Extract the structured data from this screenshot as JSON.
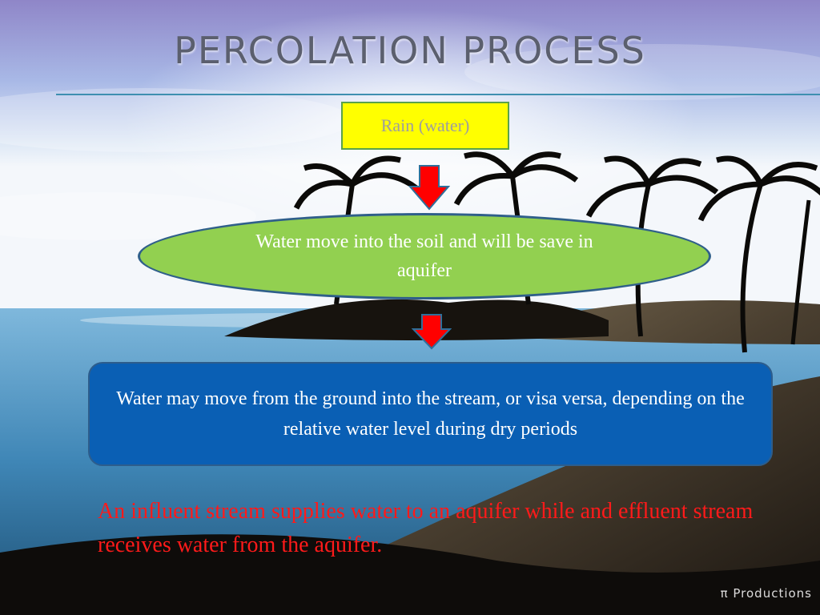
{
  "title": "PERCOLATION PROCESS",
  "steps": {
    "rain": "Rain (water)",
    "soil": "Water move into the soil and will be save in aquifer",
    "stream": "Water may move from the ground into the stream, or visa versa, depending on the relative water level during dry periods"
  },
  "note": "An influent stream supplies water to an aquifer while and effluent stream receives water from the aquifer.",
  "watermark": "π Productions",
  "colors": {
    "rain_box": "#ffff00",
    "oval": "#92d050",
    "blue_box": "#0a5fb4",
    "arrow": "#ff0000",
    "note_text": "#ff1a1a"
  }
}
